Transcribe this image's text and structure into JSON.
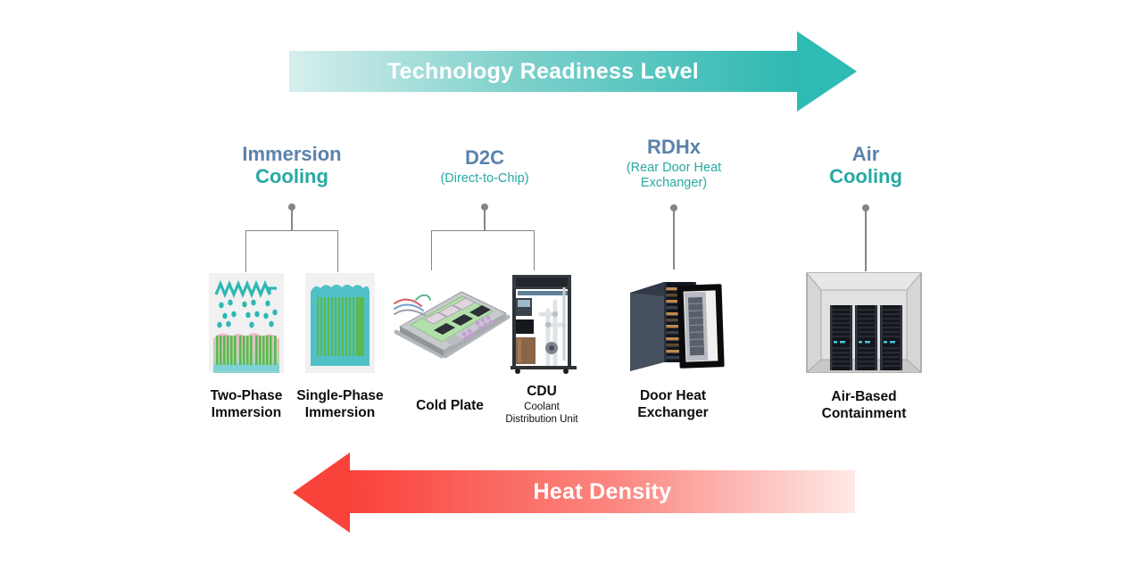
{
  "arrows": {
    "trl": {
      "label": "Technology Readiness Level",
      "gradient_start": "#d6efed",
      "gradient_end": "#2fb9b2",
      "head_color": "#2ebbb4",
      "direction": "right"
    },
    "heat": {
      "label": "Heat Density",
      "gradient_start": "#f9423a",
      "gradient_end": "#fee9e7",
      "head_color": "#f9423a",
      "direction": "left"
    }
  },
  "colors": {
    "category_primary": "#5b82ab",
    "category_secondary": "#27a9a4",
    "connector_gray": "#858585",
    "caption_text": "#0e0e0e"
  },
  "categories": [
    {
      "title": "Immersion",
      "subtitle_lines": [
        "Cooling"
      ],
      "subtitle_style": "large"
    },
    {
      "title": "D2C",
      "subtitle_lines": [
        "(Direct-to-Chip)"
      ],
      "subtitle_style": "small"
    },
    {
      "title": "RDHx",
      "subtitle_lines": [
        "(Rear Door Heat",
        "Exchanger)"
      ],
      "subtitle_style": "small"
    },
    {
      "title": "Air",
      "subtitle_lines": [
        "Cooling"
      ],
      "subtitle_style": "large"
    }
  ],
  "items": [
    {
      "caption_lines": [
        "Two-Phase",
        "Immersion"
      ],
      "icon": "two-phase-immersion-tank-illustration"
    },
    {
      "caption_lines": [
        "Single-Phase",
        "Immersion"
      ],
      "icon": "single-phase-immersion-tank-illustration"
    },
    {
      "caption_lines": [
        "Cold Plate"
      ],
      "icon": "cold-plate-server-tray-illustration"
    },
    {
      "caption_lines": [
        "CDU"
      ],
      "sub_lines": [
        "Coolant",
        "Distribution Unit"
      ],
      "icon": "coolant-distribution-unit-illustration"
    },
    {
      "caption_lines": [
        "Door Heat",
        "Exchanger"
      ],
      "icon": "rear-door-heat-exchanger-illustration"
    },
    {
      "caption_lines": [
        "Air-Based",
        "Containment"
      ],
      "icon": "air-containment-racks-illustration"
    }
  ]
}
